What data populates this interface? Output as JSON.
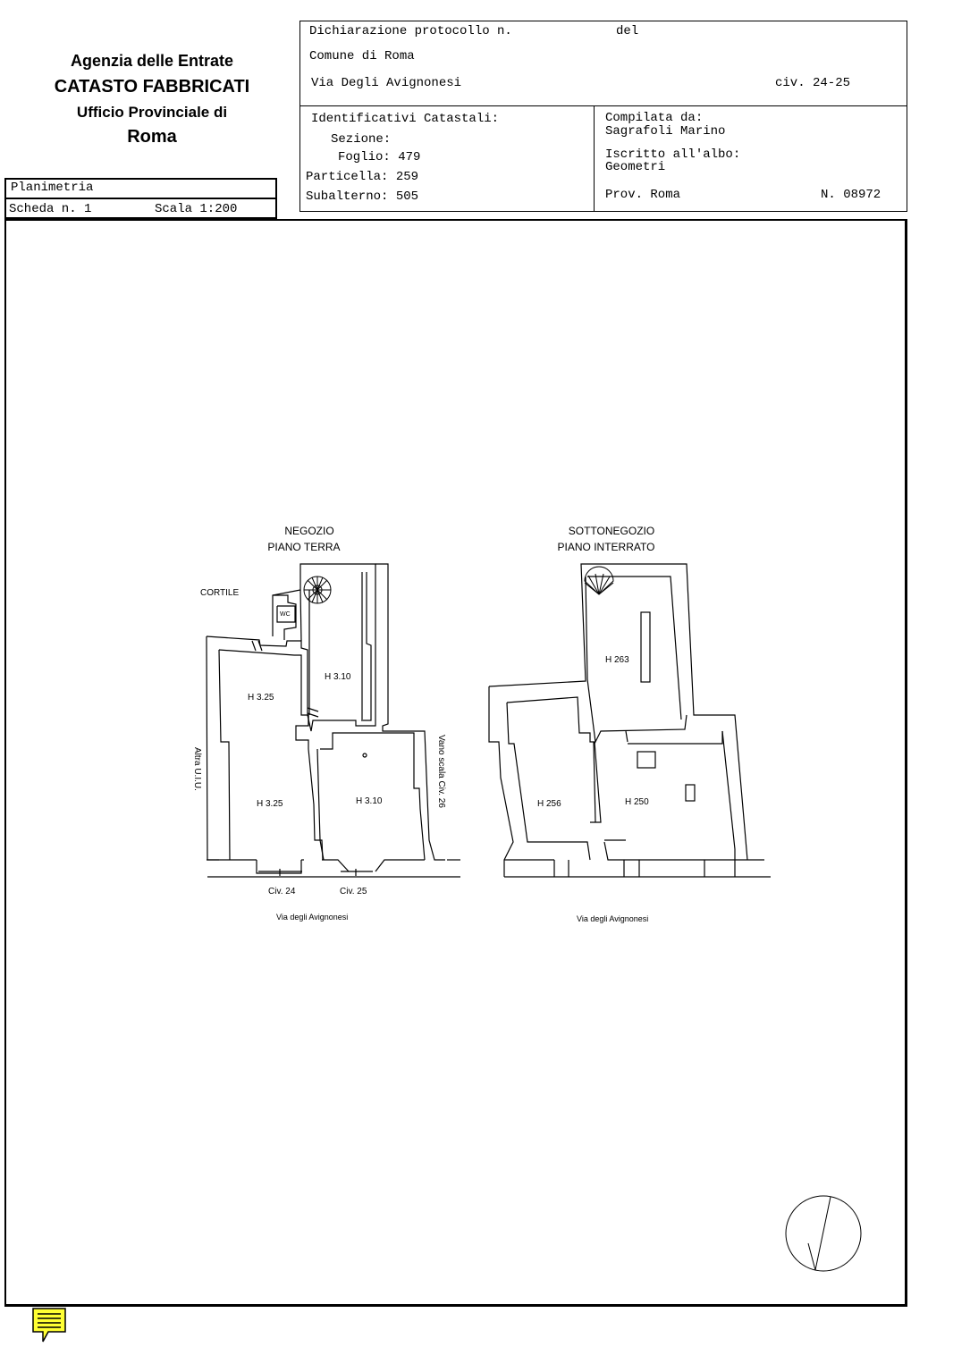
{
  "header": {
    "agency_line1": "Agenzia delle Entrate",
    "agency_line2": "CATASTO FABBRICATI",
    "agency_line3": "Ufficio Provinciale di",
    "agency_line4": "Roma",
    "planimetria": "Planimetria",
    "scheda": "Scheda n. 1",
    "scala": "Scala 1:200",
    "dichiarazione_label": "Dichiarazione protocollo n.",
    "del_label": "del",
    "comune": "Comune di Roma",
    "via": "Via Degli Avignonesi",
    "civ": "civ. 24-25",
    "identificativi_label": "Identificativi Catastali:",
    "sezione": "Sezione:",
    "foglio": "Foglio: 479",
    "particella": "Particella: 259",
    "subalterno": "Subalterno: 505",
    "compilata_label": "Compilata da:",
    "compilata_nome": "Sagrafoli Marino",
    "iscritto_label": "Iscritto all'albo:",
    "iscritto_valore": "Geometri",
    "prov": "Prov. Roma",
    "numero": "N. 08972"
  },
  "plan_left": {
    "title1": "NEGOZIO",
    "title2": "PIANO TERRA",
    "cortile": "CORTILE",
    "wc": "WC",
    "room_a": "H 3.10",
    "room_b": "H 3.25",
    "room_c": "H 3.25",
    "room_d": "H 3.10",
    "altra": "Altra U.I.U.",
    "vano": "Vano scala Civ. 26",
    "civ24": "Civ. 24",
    "civ25": "Civ. 25",
    "street": "Via degli Avignonesi"
  },
  "plan_right": {
    "title1": "SOTTONEGOZIO",
    "title2": "PIANO INTERRATO",
    "room_a": "H 263",
    "room_b": "H 256",
    "room_c": "H 250",
    "street": "Via degli Avignonesi"
  },
  "icons": {
    "compass": "north-arrow-icon",
    "note": "note-icon"
  },
  "colors": {
    "note_fill": "#ffff33",
    "ink": "#000000"
  }
}
